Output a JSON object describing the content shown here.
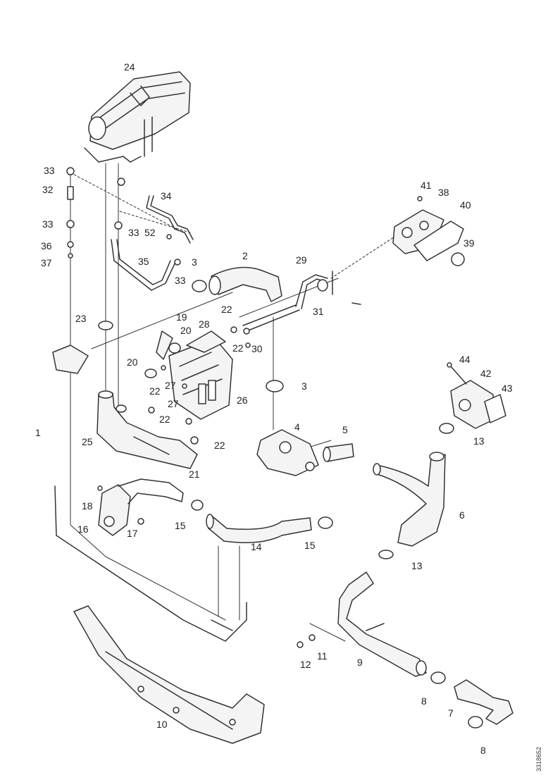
{
  "colors": {
    "ink": "#333333",
    "part_fill": "#f4f4f4",
    "background": "#ffffff"
  },
  "labels": {
    "l24": "24",
    "l33a": "33",
    "l32": "32",
    "l33b": "33",
    "l36": "36",
    "l37": "37",
    "l34": "34",
    "l33c": "33",
    "l52": "52",
    "l35": "35",
    "l33d": "33",
    "l3a": "3",
    "l2": "2",
    "l29": "29",
    "l31": "31",
    "l41": "41",
    "l38": "38",
    "l40": "40",
    "l39": "39",
    "l23": "23",
    "l19": "19",
    "l20a": "20",
    "l28": "28",
    "l22a": "22",
    "l22b": "22",
    "l30": "30",
    "l20b": "20",
    "l27a": "27",
    "l22c": "22",
    "l27b": "27",
    "l26": "26",
    "l22d": "22",
    "l22e": "22",
    "l25": "25",
    "l21": "21",
    "l3b": "3",
    "l4": "4",
    "l5": "5",
    "l1": "1",
    "l44": "44",
    "l42": "42",
    "l43": "43",
    "l13a": "13",
    "l6": "6",
    "l13b": "13",
    "l18": "18",
    "l16": "16",
    "l17": "17",
    "l15a": "15",
    "l14": "14",
    "l15b": "15",
    "l12": "12",
    "l11": "11",
    "l9": "9",
    "l8a": "8",
    "l7": "7",
    "l8b": "8",
    "l10": "10"
  },
  "doc_ref": "3318652"
}
